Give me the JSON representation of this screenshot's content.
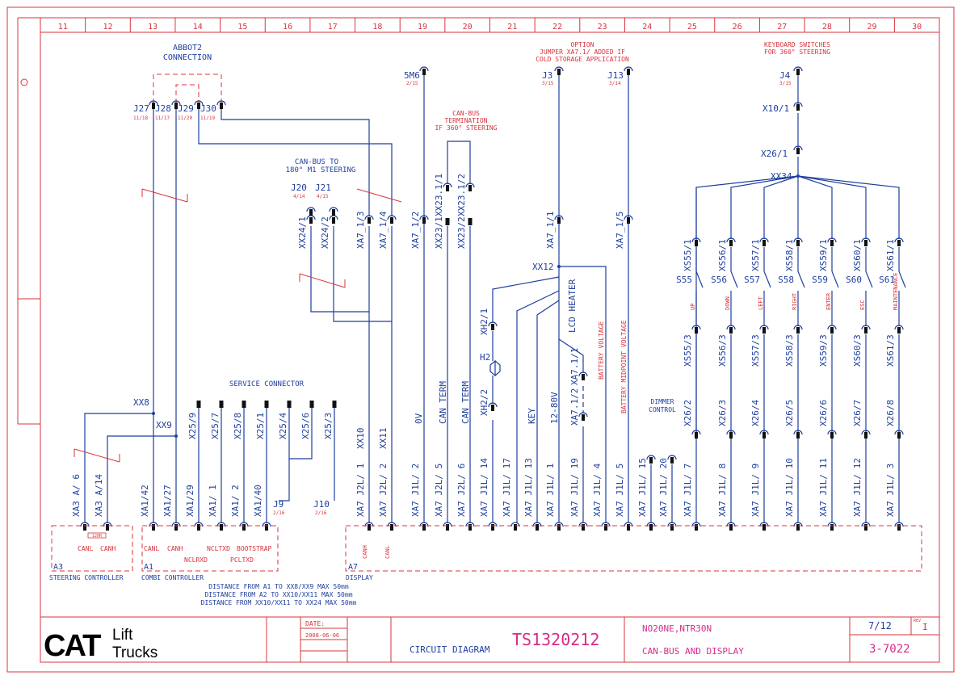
{
  "columns": [
    "11",
    "12",
    "13",
    "14",
    "15",
    "16",
    "17",
    "18",
    "19",
    "20",
    "21",
    "22",
    "23",
    "24",
    "25",
    "26",
    "27",
    "28",
    "29",
    "30"
  ],
  "notes": {
    "abbot": [
      "ABBOT2",
      "CONNECTION"
    ],
    "canbus_to": [
      "CAN-BUS TO",
      "180° M1 STEERING"
    ],
    "canbus_term": [
      "CAN-BUS",
      "TERMINATION",
      "IF 360° STEERING"
    ],
    "option": [
      "OPTION",
      "JUMPER XA7.1/ ADDED IF",
      "COLD STORAGE APPLICATION"
    ],
    "keyboard": [
      "KEYBOARD SWITCHES",
      "FOR 360° STEERING"
    ],
    "service": "SERVICE CONNECTOR",
    "dimmer": [
      "DIMMER",
      "CONTROL"
    ],
    "distances": [
      "DISTANCE FROM A1 TO XX8/XX9 MAX 50mm",
      "DISTANCE FROM A2 TO XX10/XX11 MAX 50mm",
      "DISTANCE FROM XX10/XX11 TO XX24 MAX 50mm"
    ]
  },
  "top_refs": [
    {
      "name": "J27",
      "ref": "11/18"
    },
    {
      "name": "J28",
      "ref": "11/17"
    },
    {
      "name": "J29",
      "ref": "11/20"
    },
    {
      "name": "J30",
      "ref": "11/19"
    },
    {
      "name": "5M6",
      "ref": "2/15"
    },
    {
      "name": "J3",
      "ref": "3/15"
    },
    {
      "name": "J13",
      "ref": "3/14"
    },
    {
      "name": "J4",
      "ref": "3/15"
    },
    {
      "name": "J20",
      "ref": "4/14"
    },
    {
      "name": "J21",
      "ref": "4/15"
    },
    {
      "name": "J9",
      "ref": "2/16"
    },
    {
      "name": "J10",
      "ref": "2/16"
    }
  ],
  "nodes": {
    "xx8": "XX8",
    "xx9": "XX9",
    "xx10": "XX10",
    "xx11": "XX11",
    "xx12": "XX12",
    "xx34": "XX34",
    "x10": "X10/1",
    "x26": "X26/1",
    "h2": "H2"
  },
  "upper_connectors": [
    "XX24/1",
    "XX24/2",
    "XA7_1/3",
    "XA7_1/4",
    "XA7_1/2",
    "XX23.1/1",
    "XX23.1/2",
    "XX23/1",
    "XX23/2",
    "XA7_1/1",
    "XA7_1/5",
    "XH2/1",
    "XH2/2",
    "XA7.1/1",
    "XA7.1/2"
  ],
  "service_pins": [
    "X25/9",
    "X25/7",
    "X25/8",
    "X25/1",
    "X25/4",
    "X25/6",
    "X25/3"
  ],
  "switches": [
    {
      "top": "XS55/1",
      "sw": "S55",
      "bot": "XS55/3",
      "func": "UP"
    },
    {
      "top": "XS56/1",
      "sw": "S56",
      "bot": "XS56/3",
      "func": "DOWN"
    },
    {
      "top": "XS57/1",
      "sw": "S57",
      "bot": "XS57/3",
      "func": "LEFT"
    },
    {
      "top": "XS58/1",
      "sw": "S58",
      "bot": "XS58/3",
      "func": "RIGHT"
    },
    {
      "top": "XS59/1",
      "sw": "S59",
      "bot": "XS59/3",
      "func": "ENTER"
    },
    {
      "top": "XS60/1",
      "sw": "S60",
      "bot": "XS60/3",
      "func": "ESC"
    },
    {
      "top": "XS61/1",
      "sw": "S61",
      "bot": "XS61/3",
      "func": "MAINTENANCE"
    }
  ],
  "x26_pins": [
    "X26/2",
    "X26/3",
    "X26/4",
    "X26/5",
    "X26/6",
    "X26/7",
    "X26/8"
  ],
  "signal_labels": {
    "ov": "0V",
    "canterm1": "CAN TERM",
    "canterm2": "CAN TERM",
    "key": "KEY",
    "v1280": "12-80V",
    "lcd": "LCD HEATER",
    "batv": "BATTERY VOLTAGE",
    "batmid": "BATTERY MIDPOINT VOLTAGE"
  },
  "bottom_connectors": {
    "a3": [
      "XA3 A/ 6",
      "XA3 A/14"
    ],
    "a1": [
      "XA1/42",
      "XA1/27",
      "XA1/29",
      "XA1/ 1",
      "XA1/ 2",
      "XA1/40"
    ],
    "a7": [
      "XA7 J2L/ 1",
      "XA7 J2L/ 2",
      "XA7 J1L/ 2",
      "XA7 J2L/ 5",
      "XA7 J2L/ 6",
      "XA7 J1L/ 14",
      "XA7 J1L/ 17",
      "XA7 J1L/ 13",
      "XA7 J1L/ 1",
      "XA7 J1L/ 19",
      "XA7 J1L/ 4",
      "XA7 J1L/ 5",
      "XA7 J1L/ 15",
      "XA7 J1L/ 20",
      "XA7 J1L/ 7",
      "XA7 J1L/ 8",
      "XA7 J1L/ 9",
      "XA7 J1L/ 10",
      "XA7 J1L/ 11",
      "XA7 J1L/ 12",
      "XA7 J1L/ 3"
    ]
  },
  "devices": {
    "a3": {
      "id": "A3",
      "name": "STEERING CONTROLLER",
      "pins": [
        "CANL",
        "CANH"
      ],
      "resistor": "120R"
    },
    "a1": {
      "id": "A1",
      "name": "COMBI CONTROLLER",
      "pins": [
        "CANL",
        "CANH",
        "NCLRXD",
        "NCLTXD",
        "BOOTSTRAP",
        "PCLTXD"
      ]
    },
    "a7": {
      "id": "A7",
      "name": "DISPLAY",
      "pins": [
        "CANH",
        "CANL"
      ]
    }
  },
  "title_block": {
    "brand_main": "CAT",
    "brand_sub1": "Lift",
    "brand_sub2": "Trucks",
    "date_label": "DATE:",
    "date": "2008-06-06",
    "doc_type": "CIRCUIT DIAGRAM",
    "doc_number": "TS1320212",
    "model": "NO20NE,NTR30N",
    "subject": "CAN-BUS AND DISPLAY",
    "sheet": "7/12",
    "rev_label": "REV",
    "rev": "I",
    "ref": "3-7022"
  },
  "colors": {
    "wire": "#1f3f9e",
    "frame": "#d8343d",
    "title": "#d62c8a",
    "text": "#1f3f9e"
  }
}
